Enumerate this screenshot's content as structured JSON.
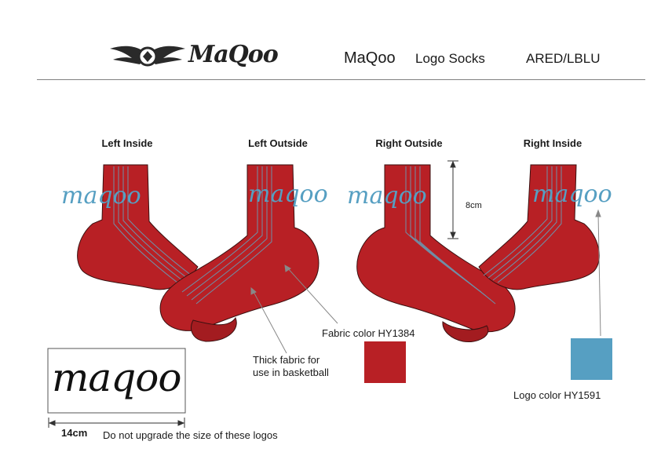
{
  "header": {
    "logo_text": "MaQoo",
    "brand": "MaQoo",
    "product": "Logo Socks",
    "colorway": "ARED/LBLU"
  },
  "views": [
    {
      "label": "Left Inside"
    },
    {
      "label": "Left Outside"
    },
    {
      "label": "Right Outside"
    },
    {
      "label": "Right Inside"
    }
  ],
  "sock_logo_text": "maqoo",
  "dimension_label": "8cm",
  "fabric_note": "Thick fabric for\nuse in basketball",
  "fabric_color": {
    "label": "Fabric color HY1384",
    "hex": "#b82025"
  },
  "logo_color": {
    "label": "Logo color HY1591",
    "hex": "#569fc2"
  },
  "logo_block": {
    "text": "maqoo",
    "width_label": "14cm",
    "note": "Do not upgrade the size of these logos"
  },
  "colors": {
    "sock": "#b82025",
    "sock_dark": "#a31c20",
    "stripe": "#6f8fa7",
    "logo": "#569fc2",
    "outline": "#3a1010"
  }
}
